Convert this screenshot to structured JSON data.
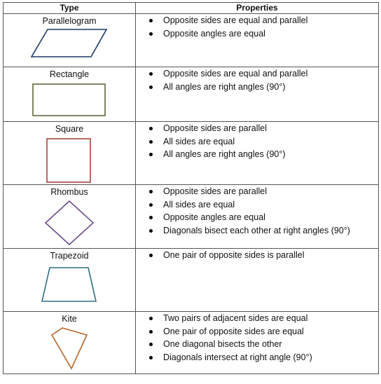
{
  "table": {
    "headers": {
      "type": "Type",
      "properties": "Properties"
    },
    "rows": [
      {
        "name": "Parallelogram",
        "shape_color": "#1f3a5f",
        "properties": [
          "Opposite sides are equal and parallel",
          "Opposite angles are equal"
        ]
      },
      {
        "name": "Rectangle",
        "shape_color": "#5f6b3a",
        "properties": [
          "Opposite sides are equal and parallel",
          "All angles are right angles (90°)"
        ]
      },
      {
        "name": "Square",
        "shape_color": "#a5443f",
        "properties": [
          "Opposite sides are parallel",
          "All sides are equal",
          "All angles are right angles (90°)"
        ]
      },
      {
        "name": "Rhombus",
        "shape_color": "#6a4d8a",
        "properties": [
          "Opposite sides are parallel",
          "All sides are equal",
          "Opposite angles are equal",
          "Diagonals bisect each other at right angles (90°)"
        ]
      },
      {
        "name": "Trapezoid",
        "shape_color": "#2e6e80",
        "properties": [
          "One pair of opposite sides is parallel"
        ]
      },
      {
        "name": "Kite",
        "shape_color": "#b8662a",
        "properties": [
          "Two pairs of adjacent sides are equal",
          "One pair of opposite sides are equal",
          "One diagonal bisects the other",
          "Diagonals intersect at right angle (90°)"
        ]
      }
    ]
  }
}
